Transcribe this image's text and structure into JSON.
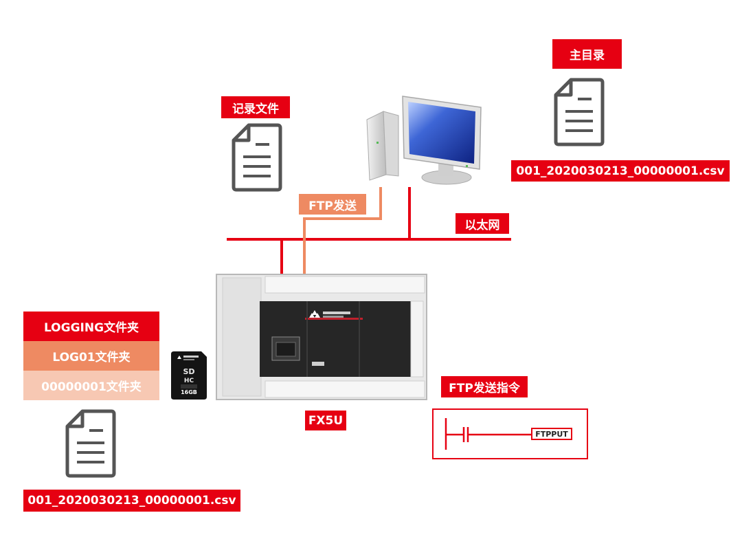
{
  "labels": {
    "root_directory": "主目录",
    "log_file": "记录文件",
    "ftp_send": "FTP发送",
    "ethernet": "以太网",
    "ftp_command": "FTP发送指令",
    "plc_model": "FX5U",
    "pc_filename": "001_2020030213_00000001.csv",
    "sd_filename": "001_2020030213_00000001.csv",
    "ladder_instruction": "FTPPUT"
  },
  "folders": [
    {
      "label": "LOGGING文件夹",
      "color": "#e60012"
    },
    {
      "label": "LOG01文件夹",
      "color": "#ee8a62"
    },
    {
      "label": "00000001文件夹",
      "color": "#f7c8b3"
    }
  ],
  "sd_card": {
    "capacity": "16GB"
  },
  "colors": {
    "accent": "#e60012",
    "secondary": "#ee8a62",
    "tertiary": "#f7c8b3"
  }
}
